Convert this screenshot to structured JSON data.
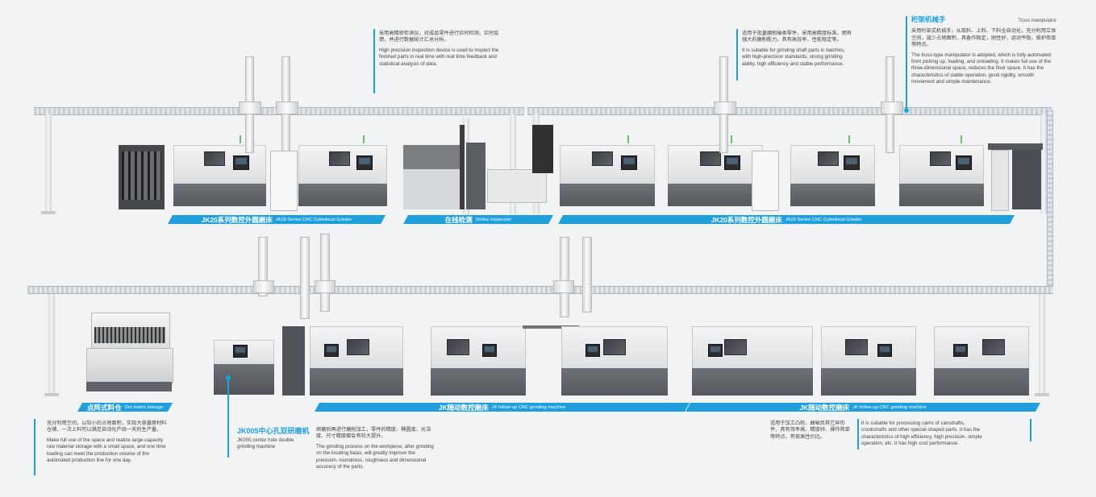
{
  "callouts": {
    "inspection": {
      "zh": "采用高精密检测仪，对成品零件进行实时检测，实时反馈，并进行数据统计汇总分析。",
      "en": "High precision inspection device is used to inspect the finished parts in real time with real time feedback and statistical analysis of data."
    },
    "shaft": {
      "zh": "适用于批量磨削轴类零件，采用高精度标准，拥有强大的磨削能力，具有高效率，性能稳定等。",
      "en": "It is suitable for grinding shaft parts in batches, with high-precision standards, strong grinding ability, high efficiency and stable performance."
    },
    "truss": {
      "title_zh": "桁架机械手",
      "title_en": "Truss manipulator",
      "zh": "采用桁架式机械手，从取料、上料、下料全自动化，充分利用立体空间，减少占地面积，具备作稳定，刚性好，运动平稳，维护简单等特点。",
      "en": "The truss-type manipulator is adopted, which is fully automated from picking up, loading, and unloading. It makes full use of the three-dimensional space, reduces the floor space. It has the characteristics of stable operation, good rigidity, smooth movement and simple maintenance."
    },
    "storage": {
      "zh": "充分利用空间，以较小的占地面积，实现大容量原材料仓储，一次上料可以满足自动化产线一天的生产量。",
      "en": "Make full use of the space and realize large-capacity raw material storage with a small space, and one time loading can meet the production volume of the automated production line for one day."
    },
    "jk005": {
      "title_zh": "JK005中心孔双研磨机",
      "title_en": "JK005 center hole double grinding machine",
      "zh": "研磨后再进行磨削加工，零件的精度、椭圆度、光洁度、尺寸精度都会有较大提升。",
      "en": "The grinding process on the workpiece, after grinding on the locating basis, will greatly improve the precision, roundness, roughness and dimensional accuracy of the parts."
    },
    "cam": {
      "zh": "适用于加工凸轮、曲轴及其它异形件，具有效率高、精度好、操作简单等特点，有很高性价比。",
      "en": "It is suitable for processing cams of camshafts, crankshafts and other special-shaped parts. It has the characteristics of high efficiency, high precision, simple operation, etc. It has high cost performance."
    }
  },
  "banners": {
    "jk20_left": {
      "zh": "JK20系列数控外圆磨床",
      "en": "JK20 Series CNC Cylindrical Grinder"
    },
    "online": {
      "zh": "在线检测",
      "en": "Online Inspection"
    },
    "jk20_right": {
      "zh": "JK20系列数控外圆磨床",
      "en": "JK20 Series CNC Cylindrical Grinder"
    },
    "storage": {
      "zh": "点阵式料仓",
      "en": "Dot matrix storage"
    },
    "follow_left": {
      "zh": "JK随动数控磨床",
      "en": "JK follow-up CNC grinding machine"
    },
    "follow_right": {
      "zh": "JK随动数控磨床",
      "en": "JK follow-up CNC grinding machine"
    }
  },
  "colors": {
    "accent": "#1fa0dd",
    "background": "#f1f3f4",
    "machine_base": "#5f6266",
    "machine_body": "#e6e8e9"
  }
}
